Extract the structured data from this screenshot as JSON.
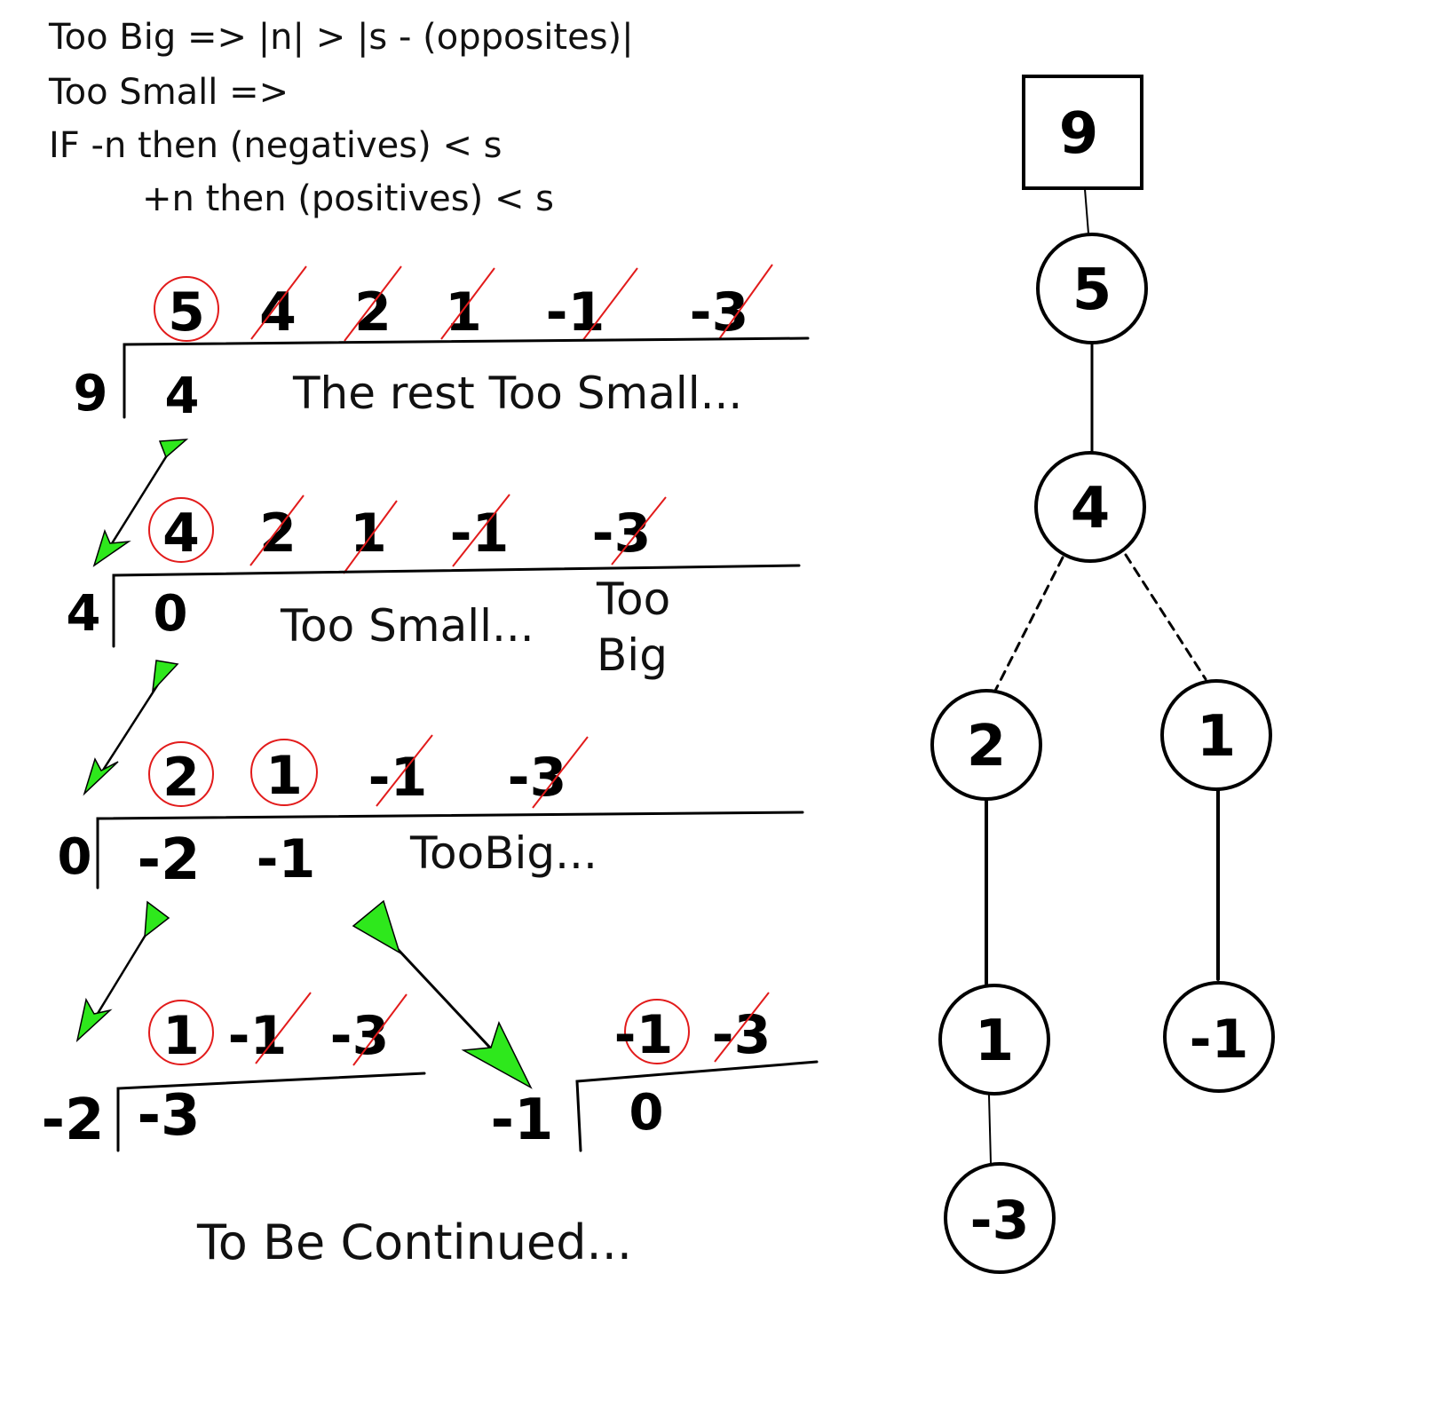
{
  "rules": {
    "line1": "Too Big => |n| > |s - (opposites)|",
    "line2": "Too Small =>",
    "line3": "IF -n then (negatives) < s",
    "line4": "+n then (positives) < s"
  },
  "step1": {
    "numbers": [
      "5",
      "4",
      "2",
      "1",
      "-1",
      "-3"
    ],
    "divisor": "9",
    "quotient": "4",
    "note": "The rest Too Small..."
  },
  "step2": {
    "numbers": [
      "4",
      "2",
      "1",
      "-1",
      "-3"
    ],
    "divisor": "4",
    "quotient": "0",
    "note": "Too Small...",
    "note2_line1": "Too",
    "note2_line2": "Big"
  },
  "step3": {
    "numbers": [
      "2",
      "1",
      "-1",
      "-3"
    ],
    "divisor": "0",
    "quotient_a": "-2",
    "quotient_b": "-1",
    "note": "TooBig..."
  },
  "step4a": {
    "numbers": [
      "1",
      "-1",
      "-3"
    ],
    "divisor": "-2",
    "quotient": "-3"
  },
  "step4b": {
    "numbers": [
      "-1",
      "-3"
    ],
    "divisor": "-1",
    "quotient": "0"
  },
  "footer": "To Be Continued...",
  "tree": {
    "root": "9",
    "n5": "5",
    "n4": "4",
    "n2": "2",
    "n1": "1",
    "n1b": "1",
    "nm1": "-1",
    "nm3": "-3"
  },
  "colors": {
    "circle": "#e21b1b",
    "arrow": "#2ee81c",
    "ink": "#000000"
  }
}
